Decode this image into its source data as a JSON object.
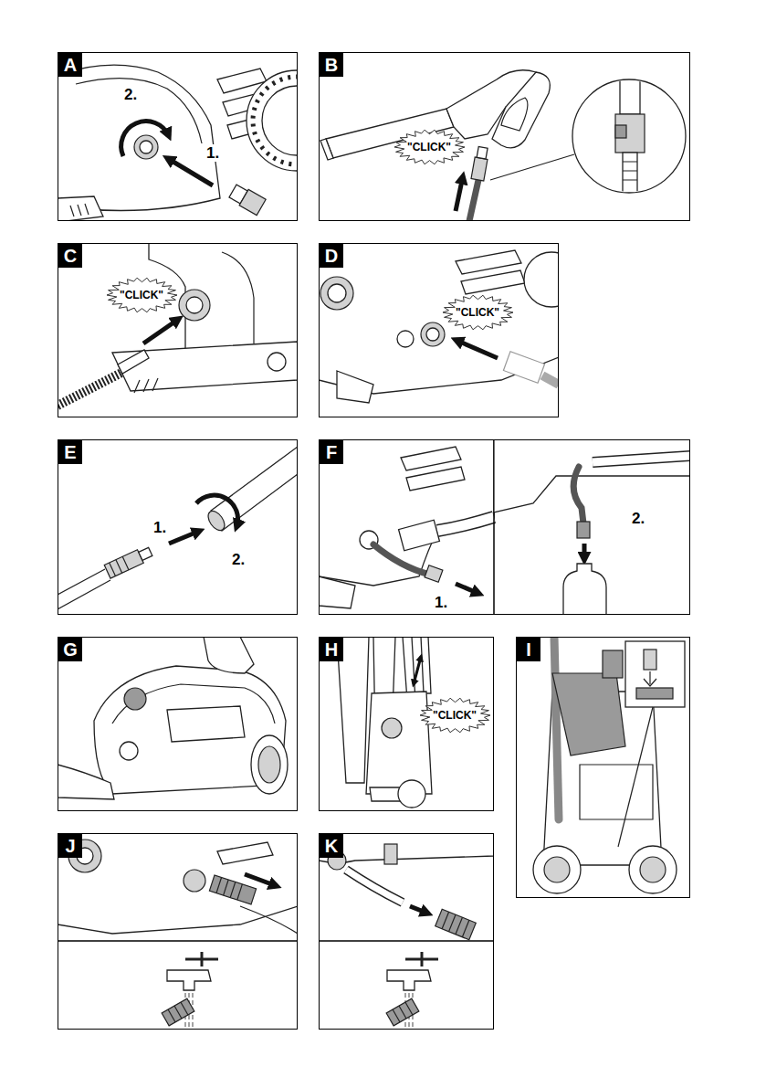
{
  "diagram": {
    "nodes": [
      {
        "text": [
          "A"
        ]
      },
      {
        "text": [
          "B"
        ]
      },
      {
        "text": [
          "\"CLICK\""
        ],
        "in": 1
      },
      {
        "text": [
          "C"
        ]
      },
      {
        "text": [
          "\"CLICK\""
        ],
        "in": 3
      },
      {
        "text": [
          "D"
        ]
      },
      {
        "text": [
          "\"CLICK\""
        ],
        "in": 5
      },
      {
        "text": [
          "E"
        ]
      },
      {
        "text": [
          "F"
        ]
      },
      {
        "text": [
          "G"
        ]
      },
      {
        "text": [
          "H"
        ]
      },
      {
        "text": [
          "\"CLICK\""
        ],
        "in": 10
      },
      {
        "text": [
          "I"
        ]
      },
      {
        "text": [
          "J"
        ]
      },
      {
        "text": [
          "K"
        ]
      }
    ],
    "labels": [
      "2.",
      "1.",
      "1.",
      "2.",
      "1.",
      "2."
    ]
  }
}
